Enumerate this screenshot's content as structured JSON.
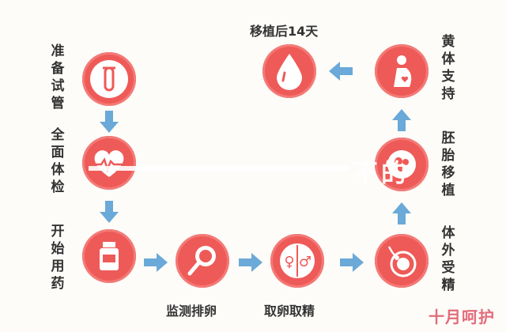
{
  "steps": {
    "prep_tube": "准备试管",
    "checkup": "全面体检",
    "medication": "开始用药",
    "monitor": "监测排卵",
    "retrieve": "取卵取精",
    "ivf": "体外受精",
    "transfer": "胚胎移植",
    "luteal": "黄体支持",
    "day14": "移植后14天"
  },
  "watermark": "不的",
  "brand": "十月呵护",
  "colors": {
    "node": "#ee5a57",
    "arrow": "#6aa9d8",
    "text": "#333333"
  },
  "icons": [
    "test-tube-icon",
    "heartbeat-icon",
    "medicine-bottle-icon",
    "magnifier-icon",
    "gender-symbols-icon",
    "sperm-egg-icon",
    "embryo-icon",
    "pregnant-woman-icon",
    "blood-drop-icon"
  ]
}
